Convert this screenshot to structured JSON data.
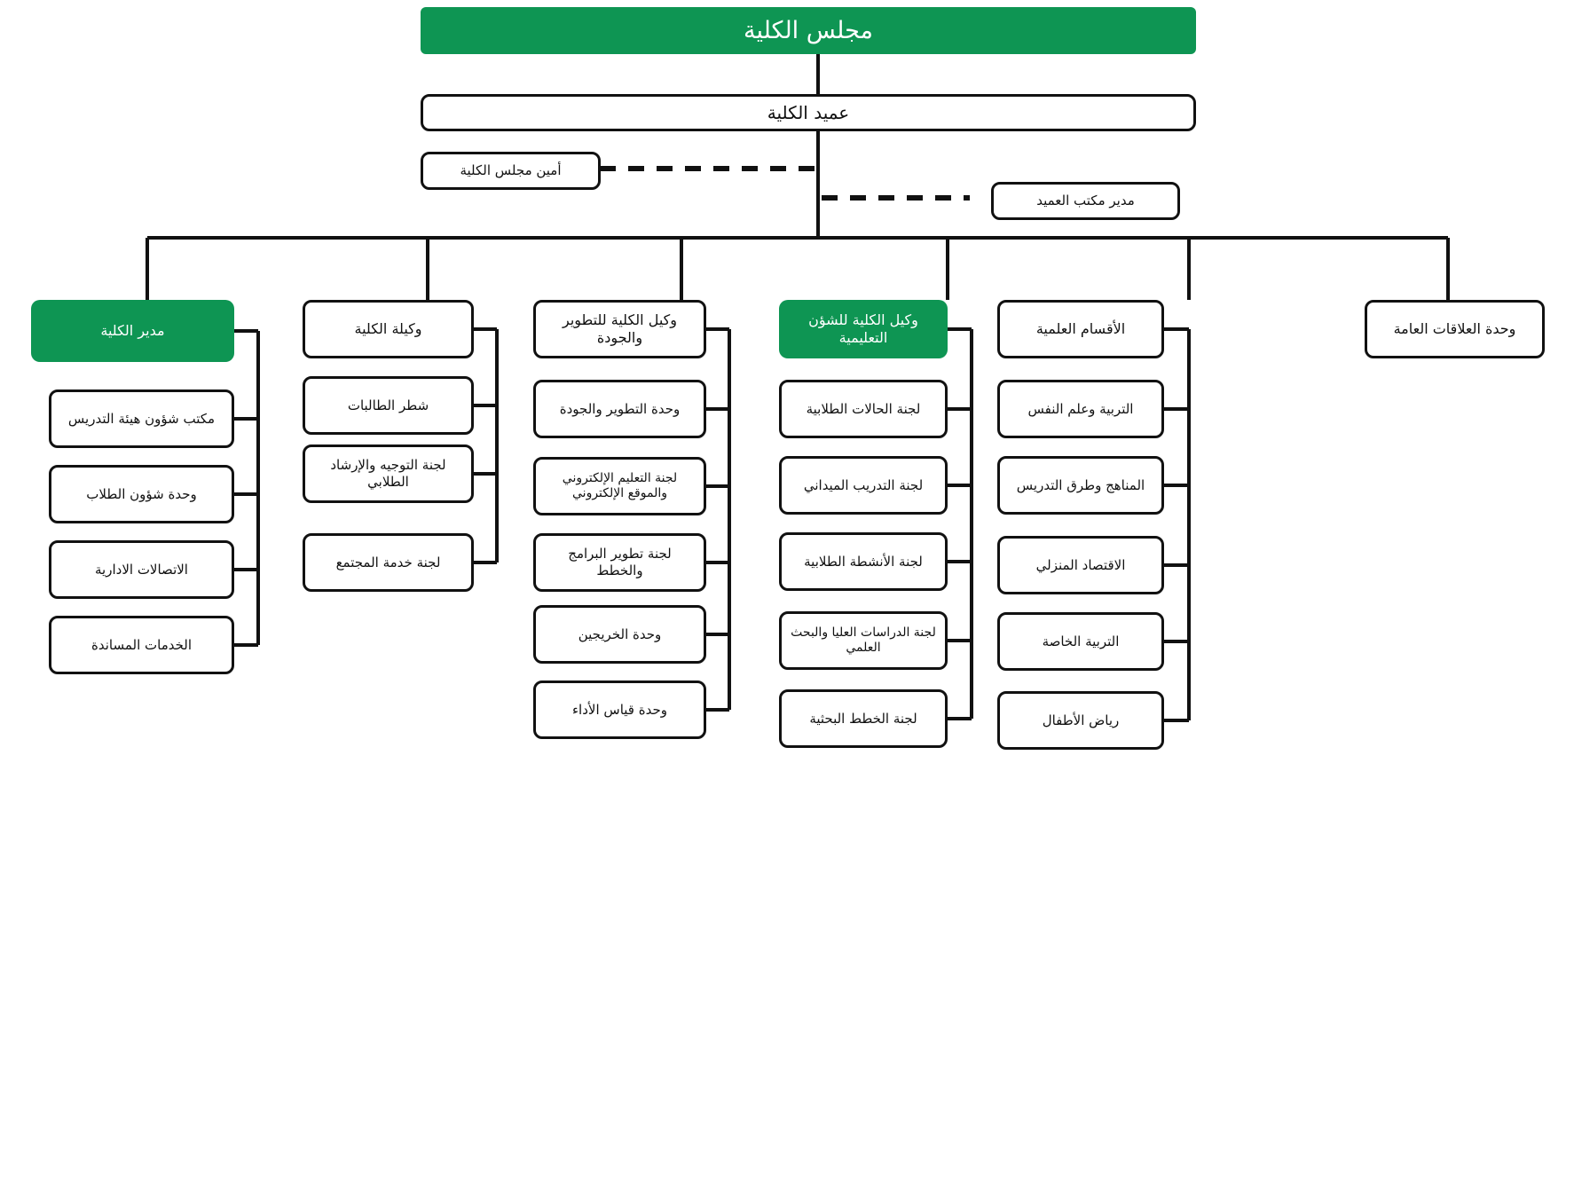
{
  "colors": {
    "accent": "#0e9553",
    "line": "#111111",
    "box_border": "#111111",
    "box_fill": "#ffffff",
    "accent_text": "#ffffff",
    "text": "#111111",
    "page_background": "#ffffff"
  },
  "chart": {
    "type": "org-chart",
    "direction": "rtl",
    "root": {
      "label": "مجلس الكلية",
      "style": "accent"
    },
    "level2": {
      "label": "عميد الكلية",
      "style": "plain"
    },
    "staff": [
      {
        "label": "أمين مجلس الكلية",
        "style": "plain",
        "link": "dashed"
      },
      {
        "label": "مدير مكتب العميد",
        "style": "plain",
        "link": "dashed"
      }
    ],
    "branches": [
      {
        "id": "public-relations-unit",
        "head": {
          "label": "وحدة العلاقات العامة",
          "style": "plain"
        },
        "children": []
      },
      {
        "id": "scientific-departments",
        "head": {
          "label": "الأقسام العلمية",
          "style": "plain"
        },
        "children": [
          {
            "label": "التربية وعلم النفس"
          },
          {
            "label": "المناهج وطرق التدريس"
          },
          {
            "label": "الاقتصاد المنزلي"
          },
          {
            "label": "التربية الخاصة"
          },
          {
            "label": "رياض الأطفال"
          }
        ]
      },
      {
        "id": "vice-dean-educational-affairs",
        "head": {
          "label": "وكيل الكلية للشؤن التعليمية",
          "style": "accent"
        },
        "children": [
          {
            "label": "لجنة الحالات الطلابية"
          },
          {
            "label": "لجنة التدريب الميداني"
          },
          {
            "label": "لجنة الأنشطة الطلابية"
          },
          {
            "label": "لجنة الدراسات العليا والبحث العلمي"
          },
          {
            "label": "لجنة الخطط البحثية"
          }
        ]
      },
      {
        "id": "vice-dean-development-quality",
        "head": {
          "label": "وكيل الكلية للتطوير والجودة",
          "style": "plain"
        },
        "children": [
          {
            "label": "وحدة التطوير والجودة"
          },
          {
            "label": "لجنة التعليم الإلكتروني والموقع الإلكتروني"
          },
          {
            "label": "لجنة تطوير البرامج والخطط"
          },
          {
            "label": "وحدة الخريجين"
          },
          {
            "label": "وحدة قياس الأداء"
          }
        ]
      },
      {
        "id": "vice-dean-female",
        "head": {
          "label": "وكيلة الكلية",
          "style": "plain"
        },
        "children": [
          {
            "label": "شطر الطالبات"
          },
          {
            "label": "لجنة التوجيه والإرشاد الطلابي"
          },
          {
            "label": "لجنة خدمة المجتمع"
          }
        ]
      },
      {
        "id": "college-director",
        "head": {
          "label": "مدير الكلية",
          "style": "accent"
        },
        "children": [
          {
            "label": "مكتب شؤون هيئة التدريس"
          },
          {
            "label": "وحدة شؤون الطلاب"
          },
          {
            "label": "الاتصالات الادارية"
          },
          {
            "label": "الخدمات المساندة"
          }
        ]
      }
    ]
  }
}
